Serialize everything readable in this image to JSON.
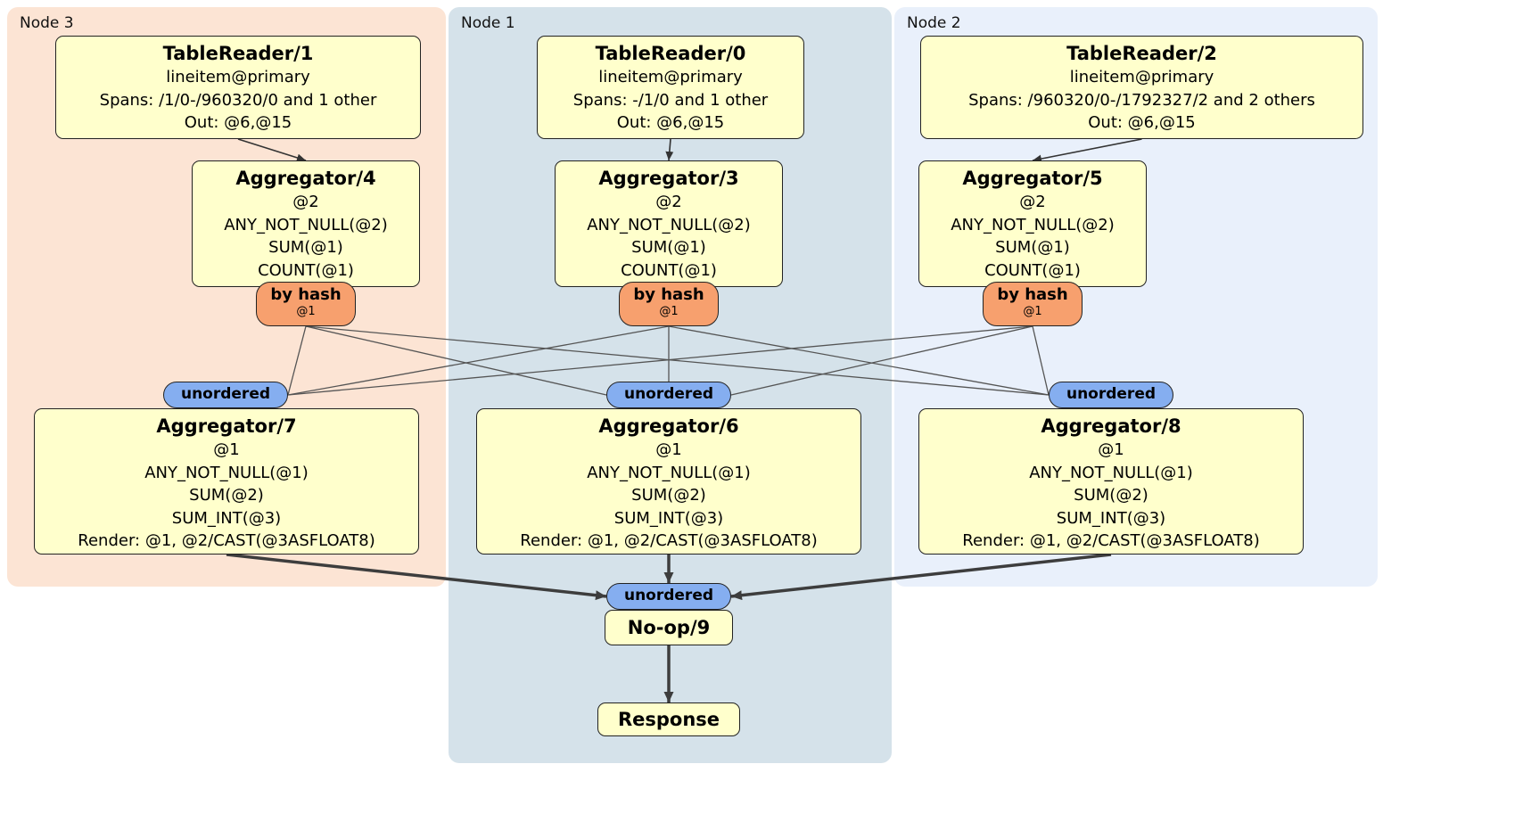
{
  "groups": {
    "node3": {
      "label": "Node 3"
    },
    "node1": {
      "label": "Node 1"
    },
    "node2": {
      "label": "Node 2"
    }
  },
  "processors": {
    "tablereader1": {
      "title": "TableReader/1",
      "lines": [
        "lineitem@primary",
        "Spans: /1/0-/960320/0 and 1 other",
        "Out: @6,@15"
      ]
    },
    "tablereader0": {
      "title": "TableReader/0",
      "lines": [
        "lineitem@primary",
        "Spans: -/1/0 and 1 other",
        "Out: @6,@15"
      ]
    },
    "tablereader2": {
      "title": "TableReader/2",
      "lines": [
        "lineitem@primary",
        "Spans: /960320/0-/1792327/2 and 2 others",
        "Out: @6,@15"
      ]
    },
    "aggregator4": {
      "title": "Aggregator/4",
      "lines": [
        "@2",
        "ANY_NOT_NULL(@2)",
        "SUM(@1)",
        "COUNT(@1)"
      ]
    },
    "aggregator3": {
      "title": "Aggregator/3",
      "lines": [
        "@2",
        "ANY_NOT_NULL(@2)",
        "SUM(@1)",
        "COUNT(@1)"
      ]
    },
    "aggregator5": {
      "title": "Aggregator/5",
      "lines": [
        "@2",
        "ANY_NOT_NULL(@2)",
        "SUM(@1)",
        "COUNT(@1)"
      ]
    },
    "aggregator7": {
      "title": "Aggregator/7",
      "lines": [
        "@1",
        "ANY_NOT_NULL(@1)",
        "SUM(@2)",
        "SUM_INT(@3)",
        "Render: @1, @2/CAST(@3ASFLOAT8)"
      ]
    },
    "aggregator6": {
      "title": "Aggregator/6",
      "lines": [
        "@1",
        "ANY_NOT_NULL(@1)",
        "SUM(@2)",
        "SUM_INT(@3)",
        "Render: @1, @2/CAST(@3ASFLOAT8)"
      ]
    },
    "aggregator8": {
      "title": "Aggregator/8",
      "lines": [
        "@1",
        "ANY_NOT_NULL(@1)",
        "SUM(@2)",
        "SUM_INT(@3)",
        "Render: @1, @2/CAST(@3ASFLOAT8)"
      ]
    },
    "noop9": {
      "title": "No-op/9"
    },
    "response": {
      "title": "Response"
    }
  },
  "routers": {
    "byhash4": {
      "label": "by hash",
      "detail": "@1"
    },
    "byhash3": {
      "label": "by hash",
      "detail": "@1"
    },
    "byhash5": {
      "label": "by hash",
      "detail": "@1"
    }
  },
  "streams": {
    "unordered7": {
      "label": "unordered"
    },
    "unordered6": {
      "label": "unordered"
    },
    "unordered8": {
      "label": "unordered"
    },
    "unorderedFinal": {
      "label": "unordered"
    }
  },
  "edges": [
    {
      "from": "tablereader-1",
      "to": "aggregator-4",
      "kind": "arrow"
    },
    {
      "from": "tablereader-0",
      "to": "aggregator-3",
      "kind": "arrow"
    },
    {
      "from": "tablereader-2",
      "to": "aggregator-5",
      "kind": "arrow"
    },
    {
      "from": "byhash-4",
      "to": "unordered-7",
      "kind": "thin"
    },
    {
      "from": "byhash-4",
      "to": "unordered-6",
      "kind": "thin"
    },
    {
      "from": "byhash-4",
      "to": "unordered-8",
      "kind": "thin"
    },
    {
      "from": "byhash-3",
      "to": "unordered-7",
      "kind": "thin"
    },
    {
      "from": "byhash-3",
      "to": "unordered-6",
      "kind": "thin"
    },
    {
      "from": "byhash-3",
      "to": "unordered-8",
      "kind": "thin"
    },
    {
      "from": "byhash-5",
      "to": "unordered-7",
      "kind": "thin"
    },
    {
      "from": "byhash-5",
      "to": "unordered-6",
      "kind": "thin"
    },
    {
      "from": "byhash-5",
      "to": "unordered-8",
      "kind": "thin"
    },
    {
      "from": "aggregator-7",
      "to": "unordered-final",
      "kind": "thick"
    },
    {
      "from": "aggregator-6",
      "to": "unordered-final",
      "kind": "thick"
    },
    {
      "from": "aggregator-8",
      "to": "unordered-final",
      "kind": "thick"
    },
    {
      "from": "noop-9",
      "to": "response",
      "kind": "thick"
    }
  ],
  "colors": {
    "node3_bg": "#fce4d4",
    "node1_bg": "#d5e2ea",
    "node2_bg": "#e9f0fb",
    "box_bg": "#ffffcc",
    "hash_router_bg": "#f7a06e",
    "stream_bg": "#85aef0",
    "edge": "#555555",
    "edge_thick": "#3d3d3d"
  }
}
